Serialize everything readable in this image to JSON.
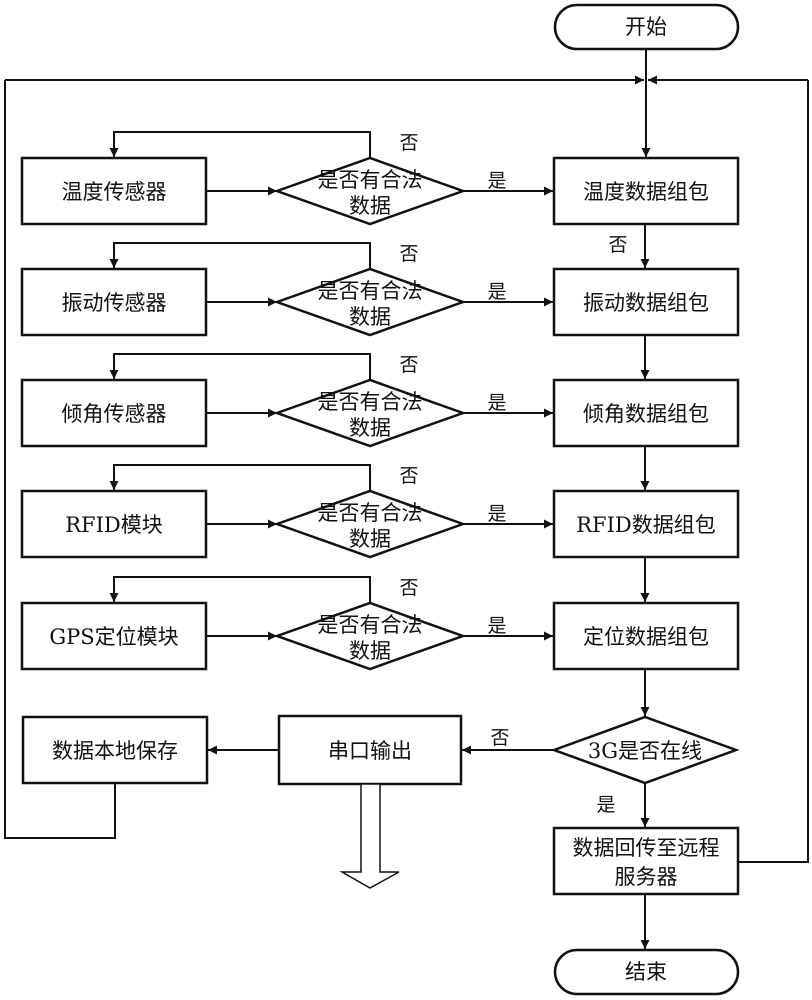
{
  "terminals": {
    "start": "开始",
    "end": "结束"
  },
  "sensors": [
    {
      "source": "温度传感器",
      "check": [
        "是否有合法",
        "数据"
      ],
      "yes": "是",
      "no": "否",
      "packet": "温度数据组包"
    },
    {
      "source": "振动传感器",
      "check": [
        "是否有合法",
        "数据"
      ],
      "yes": "是",
      "no": "否",
      "packet": "振动数据组包"
    },
    {
      "source": "倾角传感器",
      "check": [
        "是否有合法",
        "数据"
      ],
      "yes": "是",
      "no": "否",
      "packet": "倾角数据组包"
    },
    {
      "source": "RFID模块",
      "check": [
        "是否有合法",
        "数据"
      ],
      "yes": "是",
      "no": "否",
      "packet": "RFID数据组包"
    },
    {
      "source": "GPS定位模块",
      "check": [
        "是否有合法",
        "数据"
      ],
      "yes": "是",
      "no": "否",
      "packet": "定位数据组包"
    }
  ],
  "between_packets_label": "否",
  "online_check": {
    "label": "3G是否在线",
    "no": "否",
    "yes": "是"
  },
  "serial_output": "串口输出",
  "local_save": "数据本地保存",
  "remote_upload": [
    "数据回传至远程",
    "服务器"
  ]
}
